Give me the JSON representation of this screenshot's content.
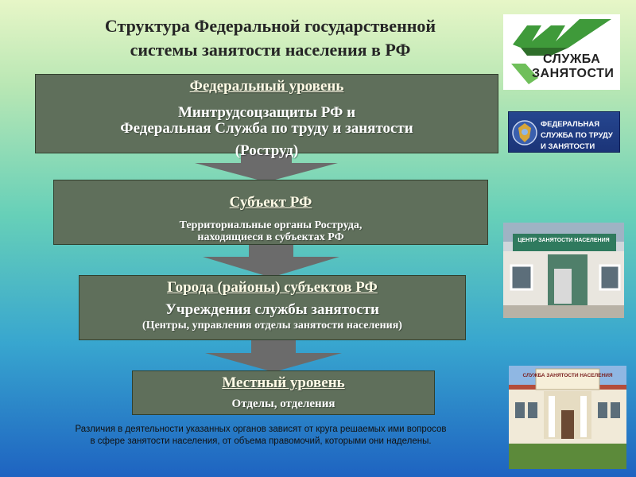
{
  "title": {
    "line1": "Структура Федеральной государственной",
    "line2": "системы занятости населения в РФ"
  },
  "logo": {
    "line1": "СЛУЖБА",
    "line2": "ЗАНЯТОСТИ",
    "icon": "checkmark-logo-icon"
  },
  "badge": {
    "text": "ФЕДЕРАЛЬНАЯ СЛУЖБА ПО ТРУДУ И ЗАНЯТОСТИ",
    "icon": "emblem-icon"
  },
  "levels": [
    {
      "header": "Федеральный уровень",
      "line1": "Минтрудсоцзащиты РФ и",
      "line2": "Федеральная Служба по труду и занятости",
      "line3": "(Роструд)"
    },
    {
      "header": "Субъект РФ",
      "line1": "Территориальные органы Роструда,",
      "line2": "находящиеся в субъектах РФ"
    },
    {
      "header": "Города (районы) субъектов РФ",
      "line1": "Учреждения службы занятости",
      "line2": "(Центры, управления отделы занятости населения)"
    },
    {
      "header": "Местный уровень",
      "line1": "Отделы, отделения"
    }
  ],
  "photos": {
    "photo1_sign": "ЦЕНТР ЗАНЯТОСТИ НАСЕЛЕНИЯ",
    "photo2_sign": "СЛУЖБА ЗАНЯТОСТИ НАСЕЛЕНИЯ"
  },
  "footnote": {
    "line1": "Различия в деятельности указанных органов зависят от круга решаемых ими вопросов",
    "line2": "в сфере занятости населения, от объема правомочий, которыми они наделены."
  },
  "colors": {
    "box_fill": "#5f6f5b",
    "arrow_fill": "#6b6b6b",
    "badge_blue": "#25468f"
  }
}
